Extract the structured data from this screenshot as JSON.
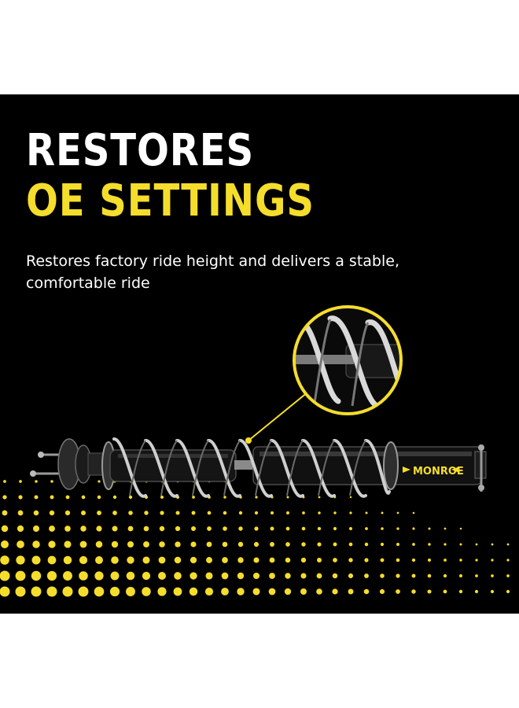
{
  "headline": {
    "line1": "RESTORES",
    "line2": "OE SETTINGS"
  },
  "subtitle": "Restores factory ride height and delivers a stable, comfortable ride",
  "product": {
    "brand_label": "MONROE",
    "image": "coil-over strut assembly",
    "callout": "magnified coil spring detail"
  },
  "colors": {
    "background": "#000000",
    "accent": "#f5dd2c",
    "text": "#ffffff"
  }
}
